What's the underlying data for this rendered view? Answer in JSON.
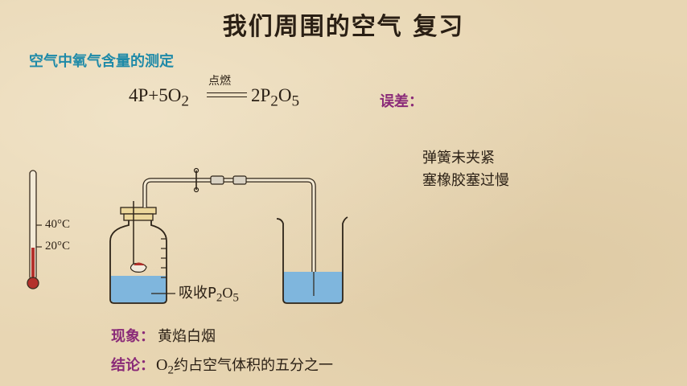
{
  "title": "我们周围的空气  复习",
  "subtitle": "空气中氧气含量的测定",
  "equation": {
    "left": "4P+5O",
    "left_sub": "2",
    "condition": "点燃",
    "right_prefix": "2P",
    "right_sub1": "2",
    "right_mid": "O",
    "right_sub2": "5"
  },
  "error_label": "误差：",
  "error_causes": [
    "弹簧未夹紧",
    "塞橡胶塞过慢"
  ],
  "thermometer": {
    "mark_high": "40°C",
    "mark_low": "20°C"
  },
  "absorb": {
    "prefix": "吸收P",
    "sub1": "2",
    "mid": "O",
    "sub2": "5"
  },
  "phenomenon": {
    "label": "现象：",
    "text": "黄焰白烟"
  },
  "conclusion": {
    "label": "结论：",
    "o": "O",
    "o_sub": "2",
    "text": "约占空气体积的五分之一"
  },
  "colors": {
    "water": "#7fb6dd",
    "mercury": "#b3312c",
    "title": "#2a1f14",
    "subtitle": "#1f8aa8",
    "label": "#8a2a78"
  }
}
